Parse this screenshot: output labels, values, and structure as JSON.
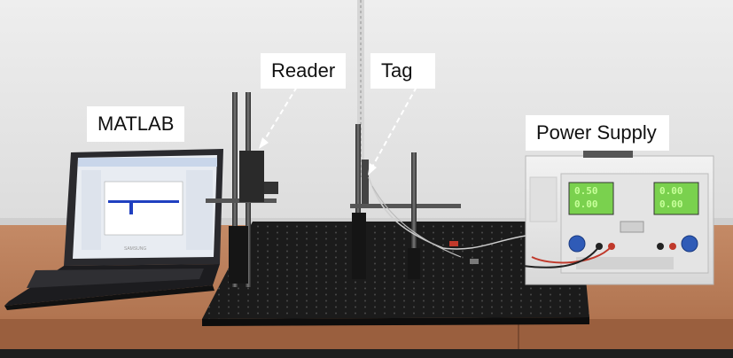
{
  "labels": {
    "matlab": "MATLAB",
    "reader": "Reader",
    "tag": "Tag",
    "power_supply": "Power Supply"
  },
  "laptop": {
    "brand": "SAMSUNG"
  },
  "power_supply": {
    "left_display": [
      "0.50",
      "0.00"
    ],
    "right_display": [
      "0.00",
      "0.00"
    ]
  },
  "colors": {
    "wall": "#eaeaea",
    "table_wood": "#b97a57",
    "breadboard": "#1b1b1b",
    "lcd": "#7ad14e",
    "label_bg": "#ffffff"
  }
}
